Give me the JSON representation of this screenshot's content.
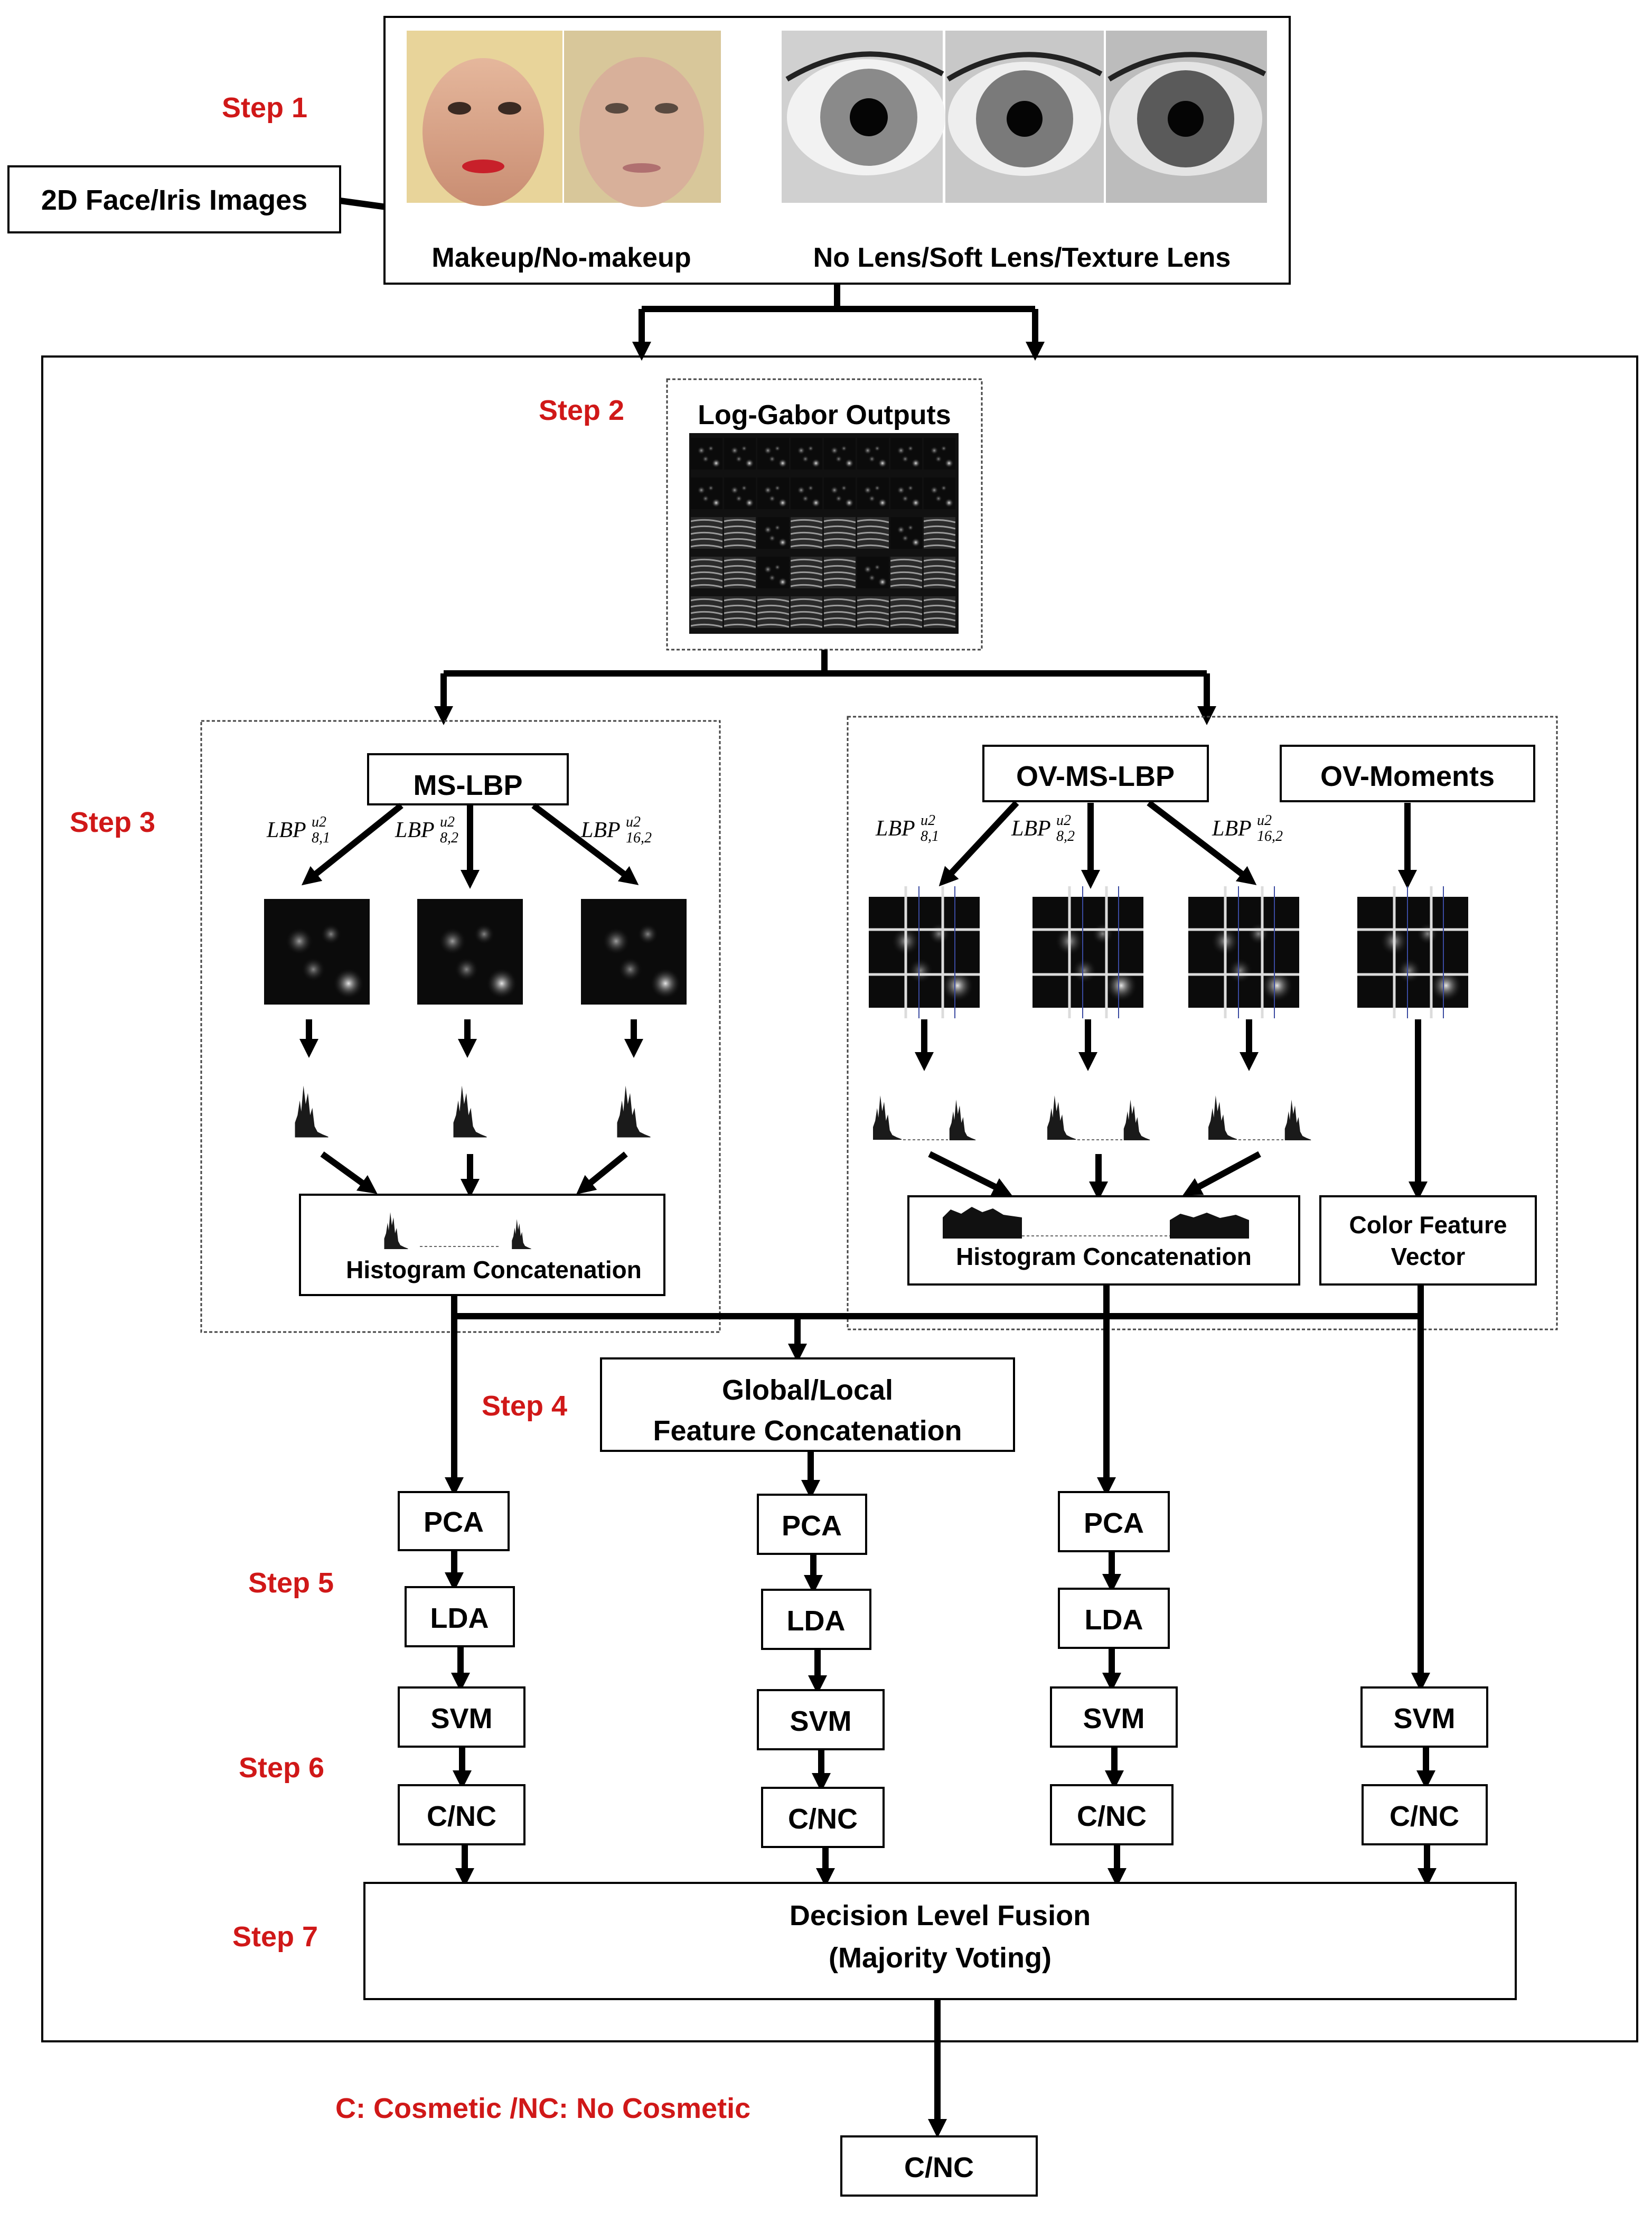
{
  "input_label": "2D Face/Iris Images",
  "steps": [
    "Step 1",
    "Step 2",
    "Step 3",
    "Step 4",
    "Step 5",
    "Step 6",
    "Step 7"
  ],
  "step1": {
    "face_caption": "Makeup/No-makeup",
    "iris_caption": "No Lens/Soft Lens/Texture Lens"
  },
  "step2": {
    "title": "Log-Gabor Outputs"
  },
  "step3": {
    "left_title": "MS-LBP",
    "right_title": "OV-MS-LBP",
    "moments_title": "OV-Moments",
    "lbp_base": "LBP",
    "lbp_sup": "u2",
    "lbp_subs": [
      "8,1",
      "8,2",
      "16,2"
    ],
    "hist_concat": "Histogram Concatenation",
    "color_vector_line1": "Color Feature",
    "color_vector_line2": "Vector"
  },
  "step4": {
    "line1": "Global/Local",
    "line2": "Feature Concatenation"
  },
  "pipeline": {
    "pca": "PCA",
    "lda": "LDA",
    "svm": "SVM",
    "cnc": "C/NC"
  },
  "step7": {
    "line1": "Decision Level Fusion",
    "line2": "(Majority Voting)"
  },
  "legend": "C: Cosmetic /NC: No Cosmetic",
  "final_output": "C/NC",
  "colors": {
    "step_red": "#d01818",
    "iris_grey": "#8a8a8a",
    "skin": "#d9a58a",
    "hair": "#e8d49a"
  }
}
